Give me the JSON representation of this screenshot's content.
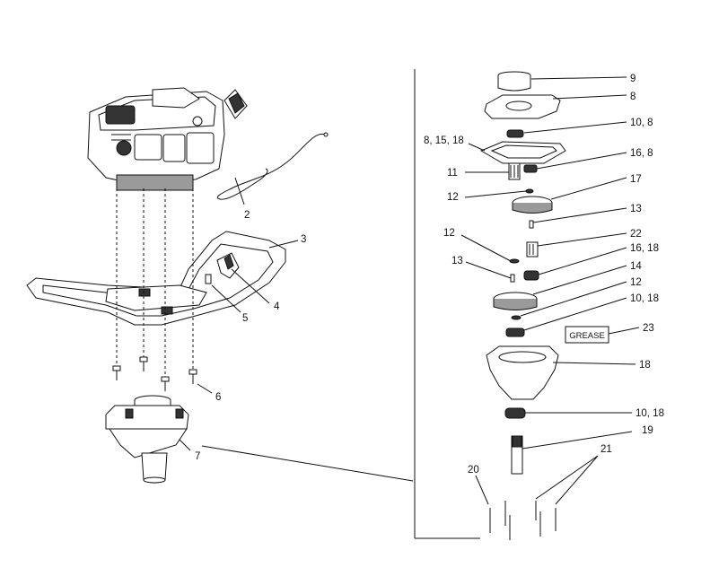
{
  "callouts": {
    "c2": "2",
    "c3": "3",
    "c4": "4",
    "c5": "5",
    "c6": "6",
    "c7": "7",
    "c9": "9",
    "c8": "8",
    "c10_8": "10, 8",
    "c8_15_18": "8, 15, 18",
    "c16_8": "16, 8",
    "c11": "11",
    "c17": "17",
    "c12a": "12",
    "c13a": "13",
    "c12b": "12",
    "c22": "22",
    "c16_18": "16, 18",
    "c13b": "13",
    "c14": "14",
    "c12c": "12",
    "c10_18a": "10, 18",
    "c23": "23",
    "c18": "18",
    "c10_18b": "10, 18",
    "c19": "19",
    "c20": "20",
    "c21": "21"
  },
  "grease_box": {
    "label": "GREASE"
  }
}
